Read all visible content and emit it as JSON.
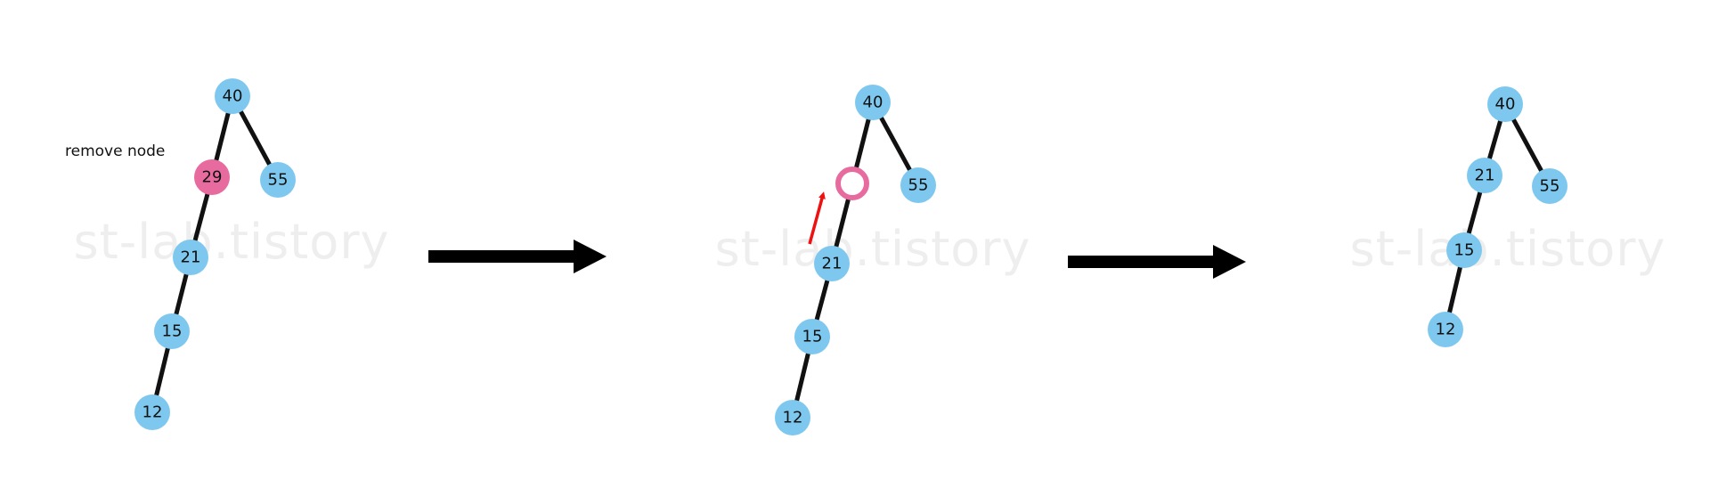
{
  "caption": "remove node",
  "watermark": "st-lab.tistory",
  "colors": {
    "node": "#7ec8ef",
    "removed_node": "#e86ba0",
    "hole_ring": "#e86ba0",
    "edge": "#111111",
    "step_arrow": "#000000",
    "move_arrow": "#ee1111",
    "watermark": "#eeeeee"
  },
  "panels": [
    {
      "name": "before",
      "nodes": [
        {
          "id": "n40",
          "label": "40",
          "state": "normal"
        },
        {
          "id": "n29",
          "label": "29",
          "state": "removed"
        },
        {
          "id": "n55",
          "label": "55",
          "state": "normal"
        },
        {
          "id": "n21",
          "label": "21",
          "state": "normal"
        },
        {
          "id": "n15",
          "label": "15",
          "state": "normal"
        },
        {
          "id": "n12",
          "label": "12",
          "state": "normal"
        }
      ]
    },
    {
      "name": "during",
      "nodes": [
        {
          "id": "n40",
          "label": "40",
          "state": "normal"
        },
        {
          "id": "hole",
          "label": "",
          "state": "hole"
        },
        {
          "id": "n55",
          "label": "55",
          "state": "normal"
        },
        {
          "id": "n21",
          "label": "21",
          "state": "normal"
        },
        {
          "id": "n15",
          "label": "15",
          "state": "normal"
        },
        {
          "id": "n12",
          "label": "12",
          "state": "normal"
        }
      ]
    },
    {
      "name": "after",
      "nodes": [
        {
          "id": "n40",
          "label": "40",
          "state": "normal"
        },
        {
          "id": "n21",
          "label": "21",
          "state": "normal"
        },
        {
          "id": "n55",
          "label": "55",
          "state": "normal"
        },
        {
          "id": "n15",
          "label": "15",
          "state": "normal"
        },
        {
          "id": "n12",
          "label": "12",
          "state": "normal"
        }
      ]
    }
  ]
}
